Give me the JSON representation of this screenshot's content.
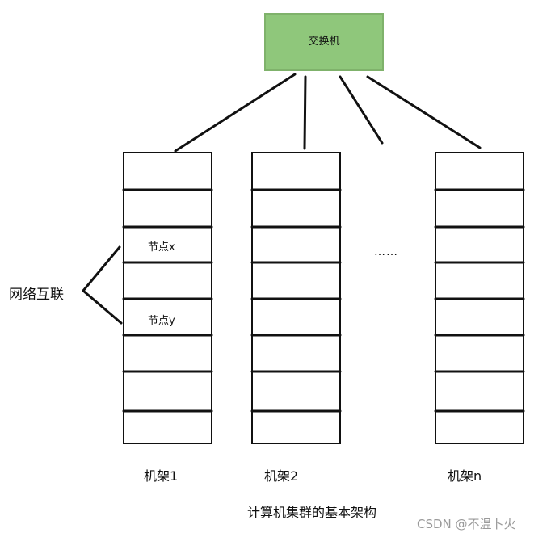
{
  "switch": {
    "label": "交换机",
    "fill": "#8fc77b",
    "border": "#7fb26b"
  },
  "racks": [
    {
      "label": "机架1"
    },
    {
      "label": "机架2"
    },
    {
      "label": "机架n"
    }
  ],
  "nodes": {
    "x_label": "节点x",
    "y_label": "节点y"
  },
  "ellipsis": "……",
  "interconnect_label": "网络互联",
  "caption": "计算机集群的基本架构",
  "watermark": "CSDN @不温卜火"
}
